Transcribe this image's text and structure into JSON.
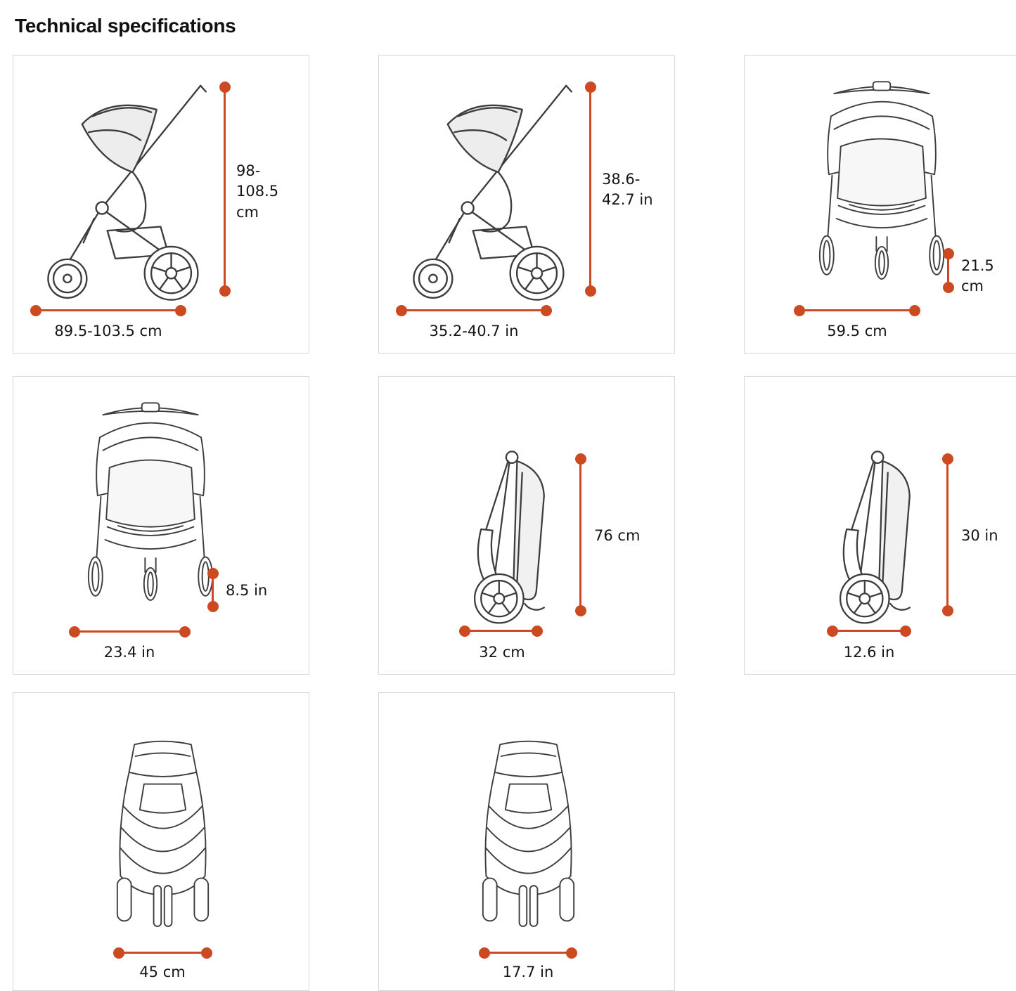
{
  "page": {
    "title": "Technical specifications"
  },
  "accent_color": "#CB4A22",
  "line_color": "#3d3d3d",
  "cards": [
    {
      "id": "side-view-metric",
      "view": "side-view",
      "vertical_dimension": "98-108.5 cm",
      "horizontal_dimension": "89.5-103.5 cm"
    },
    {
      "id": "side-view-imperial",
      "view": "side-view",
      "vertical_dimension": "38.6-42.7 in",
      "horizontal_dimension": "35.2-40.7 in"
    },
    {
      "id": "front-view-metric",
      "view": "front-view",
      "vertical_dimension": "21.5 cm",
      "horizontal_dimension": "59.5 cm"
    },
    {
      "id": "front-view-imperial",
      "view": "front-view",
      "vertical_dimension": "8.5 in",
      "horizontal_dimension": "23.4 in"
    },
    {
      "id": "folded-view-metric",
      "view": "folded-view",
      "vertical_dimension": "76 cm",
      "horizontal_dimension": "32 cm"
    },
    {
      "id": "folded-view-imperial",
      "view": "folded-view",
      "vertical_dimension": "30 in",
      "horizontal_dimension": "12.6 in"
    },
    {
      "id": "top-view-metric",
      "view": "top-view",
      "horizontal_dimension": "45 cm"
    },
    {
      "id": "top-view-imperial",
      "view": "top-view",
      "horizontal_dimension": "17.7 in"
    }
  ]
}
